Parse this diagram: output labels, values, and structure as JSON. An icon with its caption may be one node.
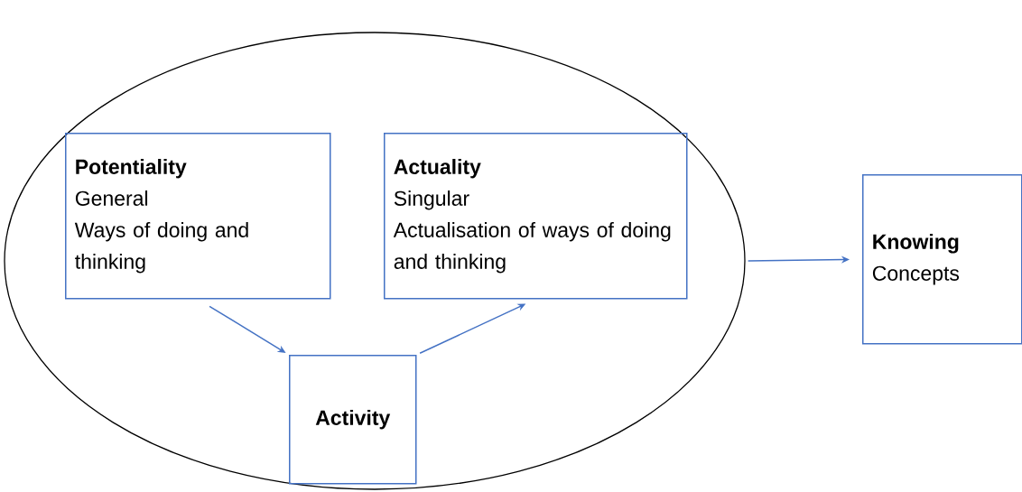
{
  "diagram": {
    "nodes": [
      {
        "text": [],
        "shape": "circle"
      },
      {
        "text": [
          "Potentiality",
          "General",
          "Ways of doing and thinking"
        ],
        "in": 0
      },
      {
        "text": [
          "Actuality",
          "Singular",
          "Actualisation of ways of doing and thinking"
        ],
        "in": 0
      },
      {
        "text": [
          "Activity"
        ],
        "in": 0
      },
      {
        "text": [
          "Knowing",
          "Concepts"
        ]
      }
    ],
    "edges": [
      {
        "from": 1,
        "to": 3,
        "arrow": "to"
      },
      {
        "from": 3,
        "to": 2,
        "arrow": "to"
      },
      {
        "from": 0,
        "to": 4,
        "arrow": "to"
      }
    ]
  }
}
